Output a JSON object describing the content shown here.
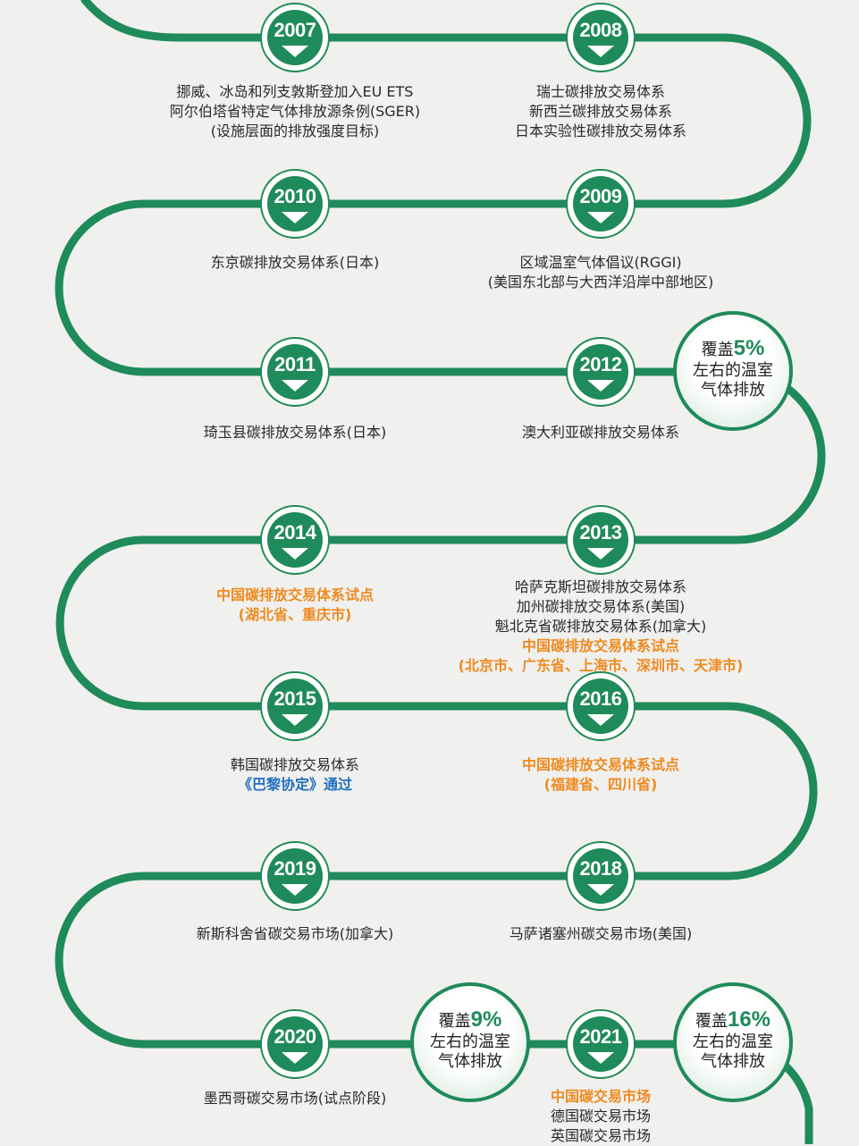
{
  "timeline": [
    {
      "year": "2007",
      "lines": [
        {
          "text": "挪威、冰岛和列支敦斯登加入EU ETS"
        },
        {
          "text": "阿尔伯塔省特定气体排放源条例(SGER)"
        },
        {
          "text": "(设施层面的排放强度目标)"
        }
      ]
    },
    {
      "year": "2008",
      "lines": [
        {
          "text": "瑞士碳排放交易体系"
        },
        {
          "text": "新西兰碳排放交易体系"
        },
        {
          "text": "日本实验性碳排放交易体系"
        }
      ]
    },
    {
      "year": "2010",
      "lines": [
        {
          "text": "东京碳排放交易体系(日本)"
        }
      ]
    },
    {
      "year": "2009",
      "lines": [
        {
          "text": "区域温室气体倡议(RGGI)"
        },
        {
          "text": "(美国东北部与大西洋沿岸中部地区)"
        }
      ]
    },
    {
      "year": "2011",
      "lines": [
        {
          "text": "琦玉县碳排放交易体系(日本)"
        }
      ]
    },
    {
      "year": "2012",
      "lines": [
        {
          "text": "澳大利亚碳排放交易体系"
        }
      ]
    },
    {
      "year": "2014",
      "lines": [
        {
          "text": "中国碳排放交易体系试点",
          "style": "orange"
        },
        {
          "text": "(湖北省、重庆市)",
          "style": "orange"
        }
      ]
    },
    {
      "year": "2013",
      "lines": [
        {
          "text": "哈萨克斯坦碳排放交易体系"
        },
        {
          "text": "加州碳排放交易体系(美国)"
        },
        {
          "text": "魁北克省碳排放交易体系(加拿大)"
        },
        {
          "text": "中国碳排放交易体系试点",
          "style": "orange"
        },
        {
          "text": "(北京市、广东省、上海市、深圳市、天津市)",
          "style": "orange"
        }
      ]
    },
    {
      "year": "2015",
      "lines": [
        {
          "text": "韩国碳排放交易体系"
        },
        {
          "text": "《巴黎协定》通过",
          "style": "blue"
        }
      ]
    },
    {
      "year": "2016",
      "lines": [
        {
          "text": "中国碳排放交易体系试点",
          "style": "orange"
        },
        {
          "text": "(福建省、四川省)",
          "style": "orange"
        }
      ]
    },
    {
      "year": "2019",
      "lines": [
        {
          "text": "新斯科舍省碳交易市场(加拿大)"
        }
      ]
    },
    {
      "year": "2018",
      "lines": [
        {
          "text": "马萨诸塞州碳交易市场(美国)"
        }
      ]
    },
    {
      "year": "2020",
      "lines": [
        {
          "text": "墨西哥碳交易市场(试点阶段)"
        }
      ]
    },
    {
      "year": "2021",
      "lines": [
        {
          "text": "中国碳交易市场",
          "style": "orange"
        },
        {
          "text": "德国碳交易市场"
        },
        {
          "text": "英国碳交易市场"
        }
      ]
    }
  ],
  "coverage": [
    {
      "prefix": "覆盖",
      "percent": "5%",
      "line2": "左右的温室",
      "line3": "气体排放"
    },
    {
      "prefix": "覆盖",
      "percent": "9%",
      "line2": "左右的温室",
      "line3": "气体排放"
    },
    {
      "prefix": "覆盖",
      "percent": "16%",
      "line2": "左右的温室",
      "line3": "气体排放"
    }
  ],
  "colors": {
    "track": "#1f8a5a",
    "orange": "#ef8a1f",
    "blue": "#1f6fc0"
  }
}
